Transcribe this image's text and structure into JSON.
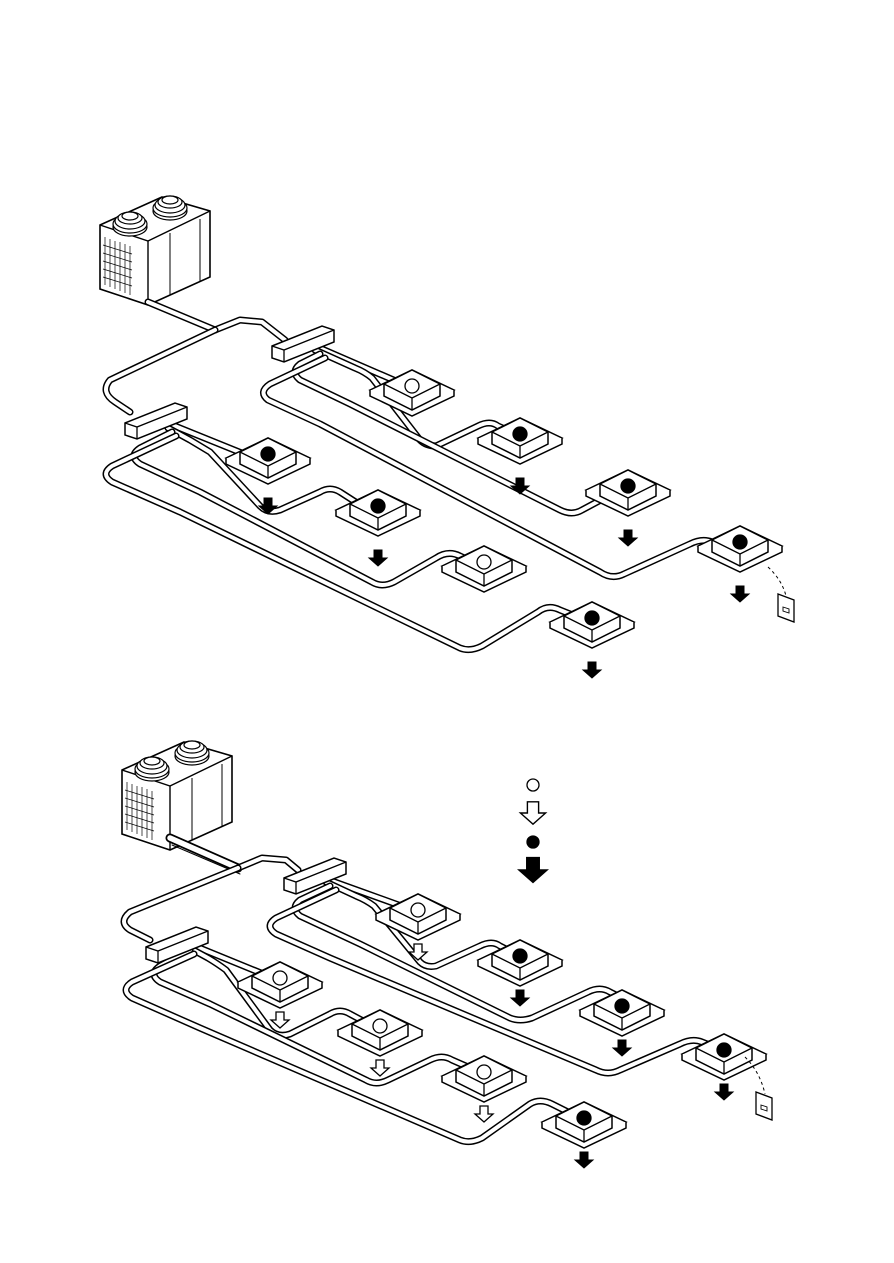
{
  "colors": {
    "line": "#000000",
    "background": "#ffffff",
    "indicator_on": "#000000",
    "indicator_off": "#ffffff"
  },
  "diagrams": [
    {
      "id": "system-top",
      "units": [
        {
          "indicator": "off",
          "arrow": "none",
          "remote": false
        },
        {
          "indicator": "on",
          "arrow": "on",
          "remote": false
        },
        {
          "indicator": "on",
          "arrow": "on",
          "remote": false
        },
        {
          "indicator": "on",
          "arrow": "on",
          "remote": true
        },
        {
          "indicator": "on",
          "arrow": "on",
          "remote": false
        },
        {
          "indicator": "on",
          "arrow": "on",
          "remote": false
        },
        {
          "indicator": "off",
          "arrow": "none",
          "remote": false
        },
        {
          "indicator": "on",
          "arrow": "on",
          "remote": false
        }
      ]
    },
    {
      "id": "system-bottom",
      "units": [
        {
          "indicator": "off",
          "arrow": "off",
          "remote": false
        },
        {
          "indicator": "on",
          "arrow": "on",
          "remote": false
        },
        {
          "indicator": "on",
          "arrow": "on",
          "remote": false
        },
        {
          "indicator": "on",
          "arrow": "on",
          "remote": true
        },
        {
          "indicator": "off",
          "arrow": "off",
          "remote": false
        },
        {
          "indicator": "off",
          "arrow": "off",
          "remote": false
        },
        {
          "indicator": "off",
          "arrow": "off",
          "remote": false
        },
        {
          "indicator": "on",
          "arrow": "on",
          "remote": false
        }
      ]
    }
  ],
  "legend": [
    {
      "symbol": "indicator-off-icon"
    },
    {
      "symbol": "arrow-outline-icon"
    },
    {
      "symbol": "indicator-on-icon"
    },
    {
      "symbol": "arrow-solid-icon"
    }
  ]
}
